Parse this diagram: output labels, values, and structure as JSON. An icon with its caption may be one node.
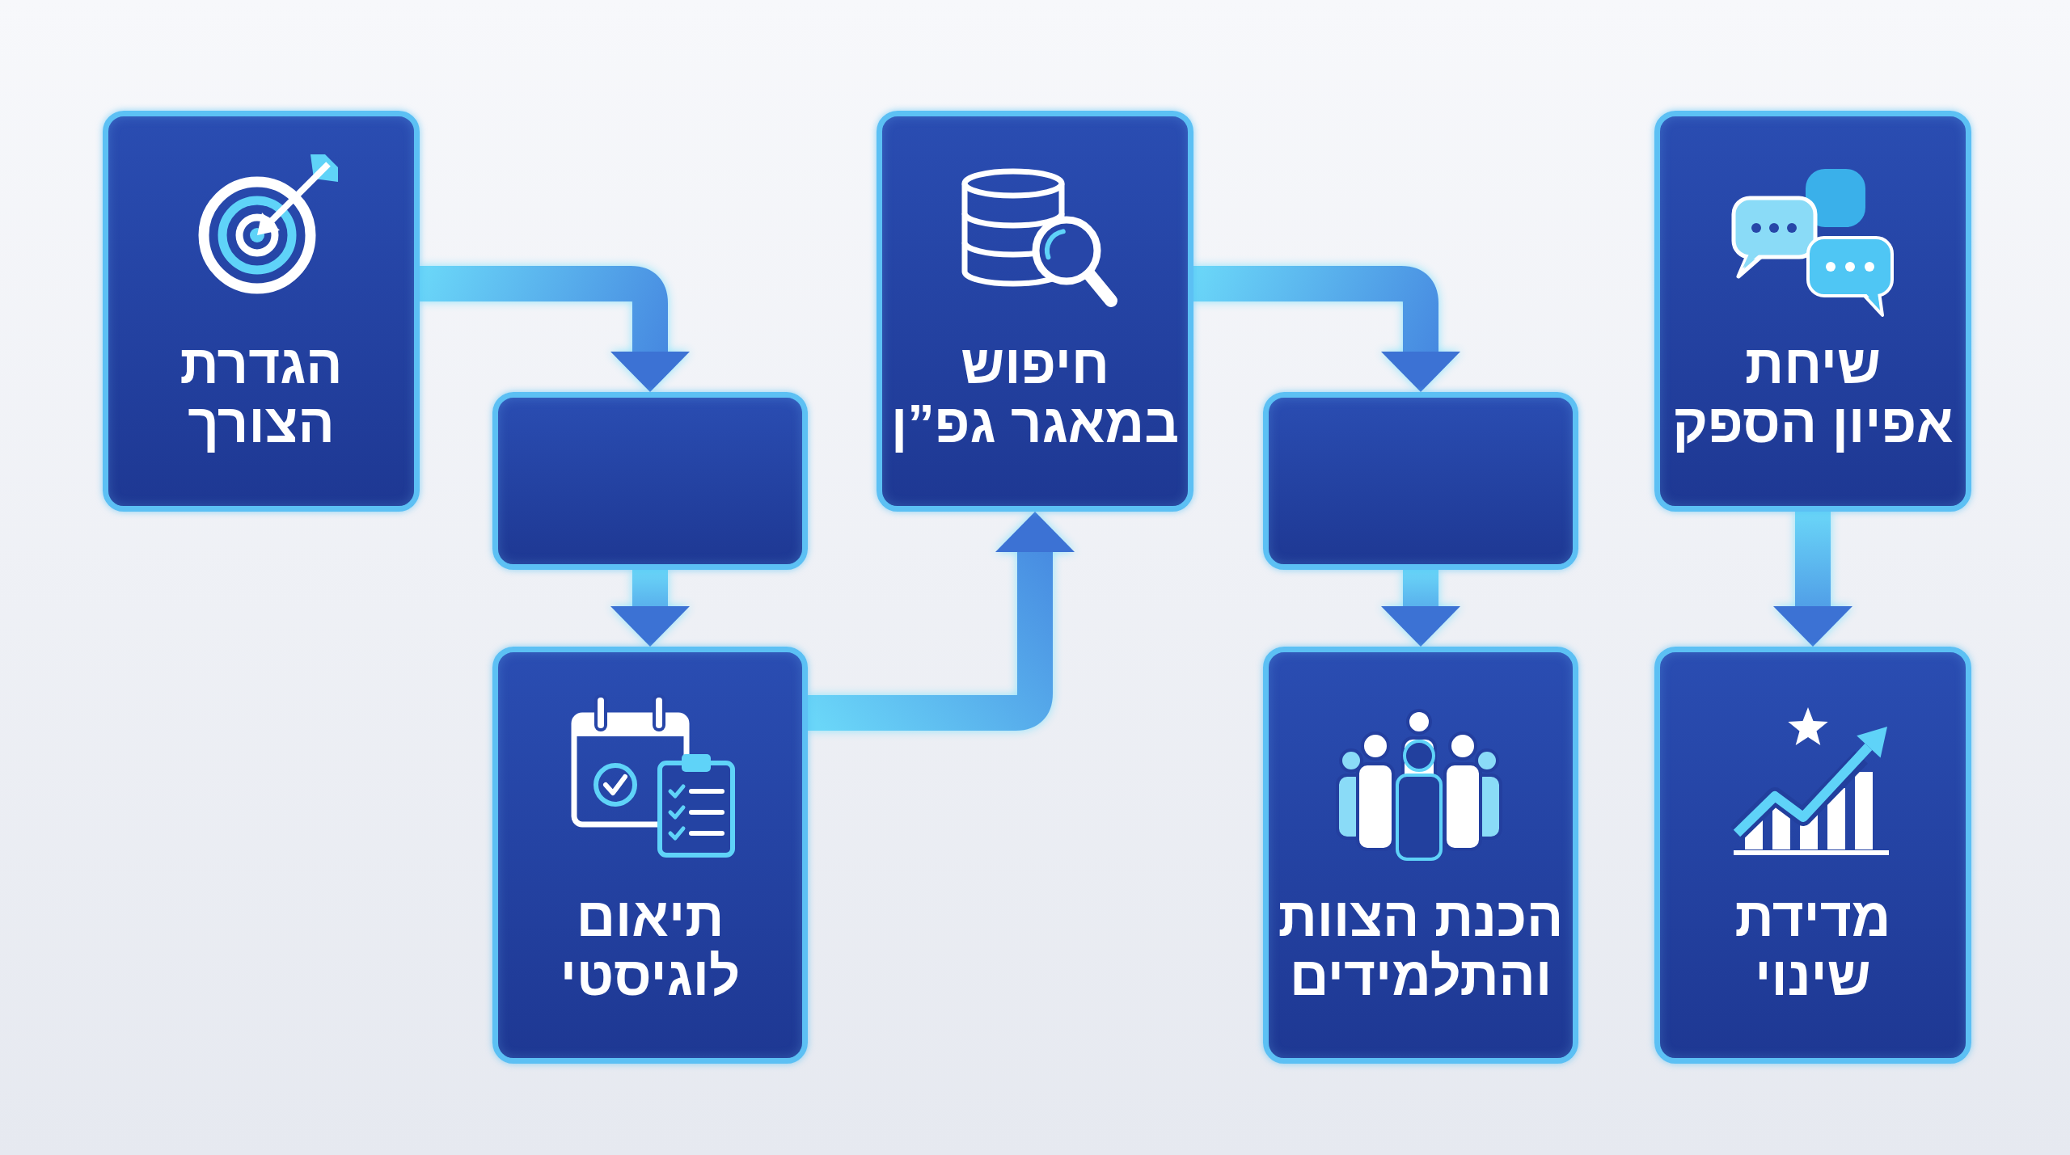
{
  "diagram": {
    "nodes": [
      {
        "text": [
          "הגדרת הצורך"
        ]
      },
      {
        "text": [],
        "shape": "box"
      },
      {
        "text": [
          "תיאום לוגיסטי"
        ]
      },
      {
        "text": [
          "חיפוש במאגר גפ”ן"
        ]
      },
      {
        "text": [],
        "shape": "box"
      },
      {
        "text": [
          "הכנת הצוות והתלמידים"
        ]
      },
      {
        "text": [
          "שיחת אפיון הספק"
        ]
      },
      {
        "text": [
          "מדידת שינוי"
        ]
      }
    ],
    "edges": [
      {
        "from": 0,
        "to": 1,
        "arrow": "to"
      },
      {
        "from": 1,
        "to": 2,
        "arrow": "to"
      },
      {
        "from": 2,
        "to": 3,
        "arrow": "to"
      },
      {
        "from": 3,
        "to": 4,
        "arrow": "to"
      },
      {
        "from": 4,
        "to": 5,
        "arrow": "to"
      },
      {
        "from": 6,
        "to": 7,
        "arrow": "to"
      }
    ]
  }
}
